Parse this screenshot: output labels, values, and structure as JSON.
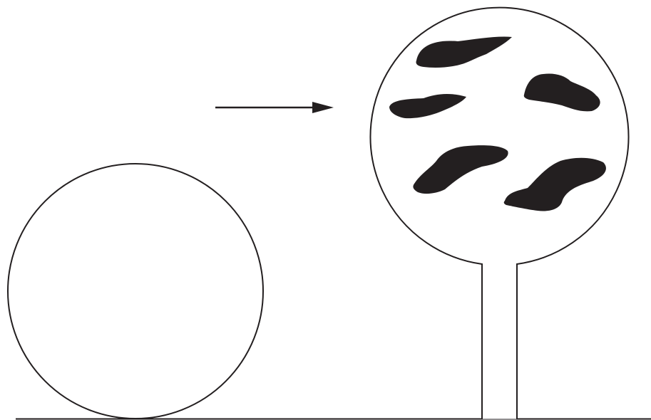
{
  "diagram": {
    "stroke_color": "#231f20",
    "fill_color": "#ffffff",
    "blob_color": "#231f20",
    "elements": [
      {
        "name": "ground-line",
        "kind": "line"
      },
      {
        "name": "plain-circle",
        "kind": "circle",
        "fill": "empty"
      },
      {
        "name": "transformation-arrow",
        "kind": "arrow",
        "direction": "right"
      },
      {
        "name": "lollipop-circle",
        "kind": "circle-on-stalk",
        "dark_blob_count": 5
      },
      {
        "name": "stalk",
        "kind": "vertical-stem"
      }
    ]
  }
}
